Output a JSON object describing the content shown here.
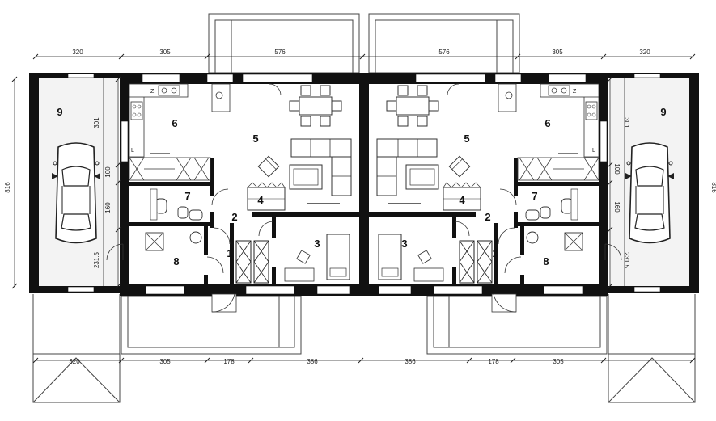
{
  "dimensions": {
    "top": [
      "320",
      "305",
      "576",
      "576",
      "305",
      "320"
    ],
    "bottom": [
      "320",
      "305",
      "178",
      "386",
      "386",
      "178",
      "305"
    ],
    "left_total": "816",
    "right_total": "816",
    "left_inner": [
      "301",
      "100",
      "160",
      "231.5"
    ],
    "right_inner": [
      "301",
      "100",
      "160",
      "231.5"
    ]
  },
  "rooms": {
    "left": [
      "9",
      "6",
      "5",
      "7",
      "4",
      "2",
      "3",
      "8",
      "1"
    ],
    "right": [
      "9",
      "6",
      "5",
      "7",
      "4",
      "2",
      "3",
      "8",
      "1"
    ]
  },
  "fixture_labels": {
    "fridge": "Z",
    "stove": "L"
  }
}
